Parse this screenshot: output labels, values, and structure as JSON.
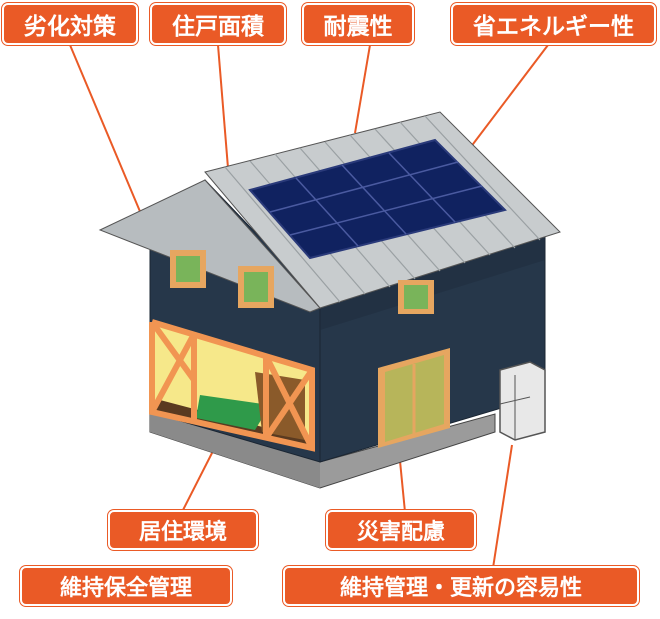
{
  "colors": {
    "accent": "#ea5a26",
    "wall": "#26374a",
    "roof": "#c8ccce",
    "solar_panel": "#102260",
    "wood_frame": "#f19552",
    "window_frame": "#e6a660",
    "base": "#9a9a9a"
  },
  "labels": {
    "deterioration": "劣化対策",
    "floor_area": "住戸面積",
    "seismic": "耐震性",
    "energy_saving": "省エネルギー性",
    "living_environment": "居住環境",
    "disaster_consideration": "災害配慮",
    "maintenance_plan": "維持保全管理",
    "maintenance_ease": "維持管理・更新の容易性"
  }
}
